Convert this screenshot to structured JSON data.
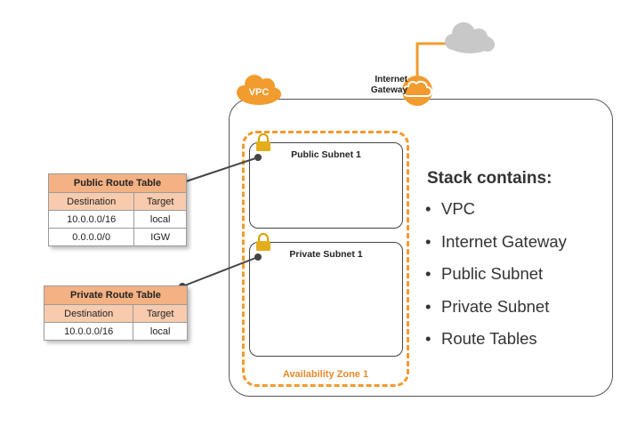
{
  "vpc": {
    "label": "VPC"
  },
  "internet_gateway": {
    "label_line1": "Internet",
    "label_line2": "Gateway"
  },
  "availability_zone": {
    "label": "Availability Zone 1"
  },
  "public_subnet": {
    "title": "Public Subnet 1"
  },
  "private_subnet": {
    "title": "Private Subnet 1"
  },
  "public_route_table": {
    "title": "Public Route Table",
    "headers": [
      "Destination",
      "Target"
    ],
    "rows": [
      [
        "10.0.0.0/16",
        "local"
      ],
      [
        "0.0.0.0/0",
        "IGW"
      ]
    ]
  },
  "private_route_table": {
    "title": "Private Route Table",
    "headers": [
      "Destination",
      "Target"
    ],
    "rows": [
      [
        "10.0.0.0/16",
        "local"
      ]
    ]
  },
  "stack": {
    "title": "Stack contains:",
    "bullet": "•",
    "items": [
      "VPC",
      "Internet Gateway",
      "Public Subnet",
      "Private Subnet",
      "Route Tables"
    ]
  },
  "colors": {
    "accent": "#f29b2e",
    "table_title": "#f4b183",
    "table_header": "#f8cbad",
    "cloud": "#c8c8c8"
  }
}
